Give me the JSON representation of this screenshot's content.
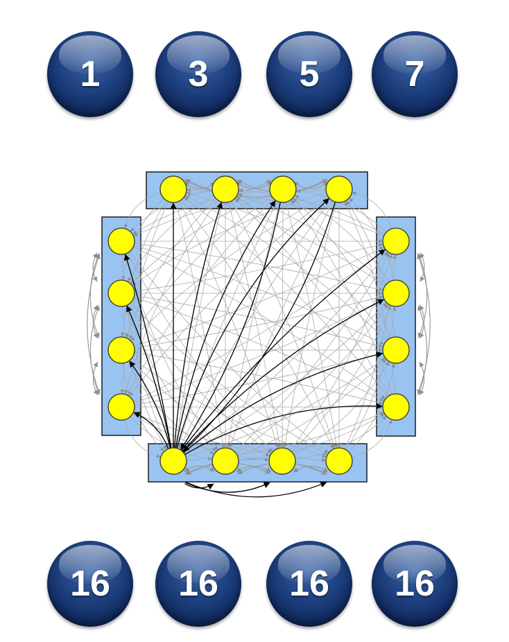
{
  "top_badges": [
    "1",
    "3",
    "5",
    "7"
  ],
  "bottom_badges": [
    "16",
    "16",
    "16",
    "16"
  ],
  "colors": {
    "badge": "#0d2456",
    "group_box": "#99c4f2",
    "node": "#ffff00",
    "strong_arrow": "#000000",
    "weak_arrow": "#9a9a9a"
  },
  "diagram": {
    "groups": [
      "top",
      "left",
      "right",
      "bottom"
    ],
    "nodes_per_group": 4
  }
}
